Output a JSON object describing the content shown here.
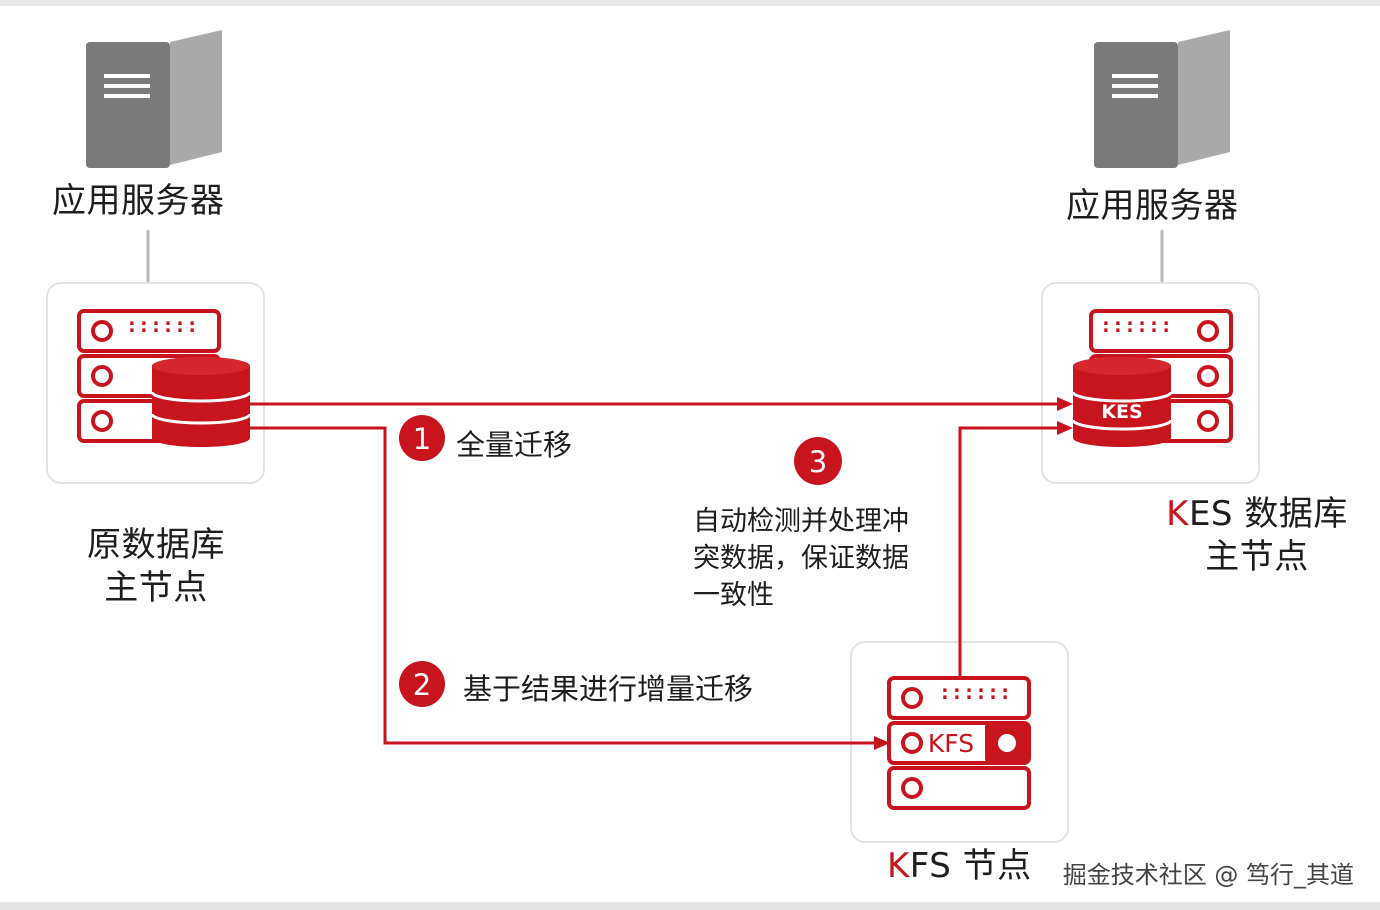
{
  "app_server_left": {
    "label": "应用服务器"
  },
  "app_server_right": {
    "label": "应用服务器"
  },
  "source_db": {
    "line1": "原数据库",
    "line2": "主节点"
  },
  "kes_db": {
    "prefix": "K",
    "rest": "ES 数据库",
    "line2": "主节点",
    "badge": "KES"
  },
  "kfs_node": {
    "prefix": "K",
    "rest": "FS 节点",
    "badge": "KFS"
  },
  "steps": [
    {
      "num": "1",
      "label": "全量迁移"
    },
    {
      "num": "2",
      "label": "基于结果进行增量迁移"
    },
    {
      "num": "3",
      "lines": [
        "自动检测并处理冲",
        "突数据，保证数据",
        "一致性"
      ]
    }
  ],
  "watermark": "掘金技术社区 @ 笃行_其道",
  "colors": {
    "accent": "#c8141c",
    "server_gray": "#7d7d7d",
    "arrow_gray": "#b4b4b4"
  }
}
